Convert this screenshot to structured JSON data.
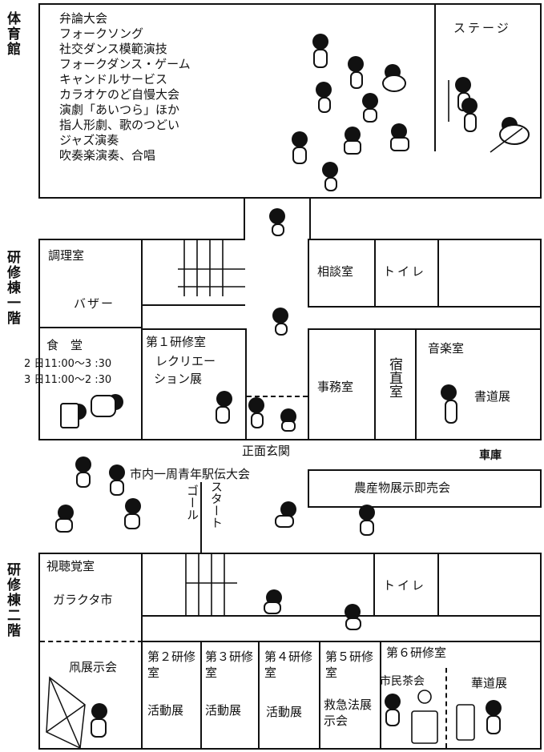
{
  "side_labels": {
    "gym": "体育館",
    "wing1": "研修棟一階",
    "wing2": "研修棟二階"
  },
  "gym": {
    "events": [
      "弁論大会",
      "フォークソング",
      "社交ダンス模範演技",
      "フォークダンス・ゲーム",
      "キャンドルサービス",
      "カラオケのど自慢大会",
      "演劇「あいつら」ほか",
      "指人形劇、歌のつどい",
      "ジャズ演奏",
      "吹奏楽演奏、合唱"
    ],
    "stage": "ステージ"
  },
  "floor1": {
    "cooking": "調理室",
    "bazaar": "バザー",
    "consult": "相談室",
    "toilet": "トイレ",
    "cafeteria": "食　堂",
    "cafeteria_hours": [
      "2 日11:00～3 :30",
      "3 日11:00～2 :30"
    ],
    "training1": "第１研修室",
    "recreation": [
      "レクリエー",
      "ション展"
    ],
    "office": "事務室",
    "night_duty": "宿直室",
    "music": "音楽室",
    "calligraphy": "書道展"
  },
  "outside": {
    "entrance": "正面玄関",
    "garage": "車庫",
    "relay": "市内一周青年駅伝大会",
    "goal": "ゴール",
    "start": "スタート",
    "produce": "農産物展示即売会"
  },
  "floor2": {
    "av_room": "視聴覚室",
    "junk_market": "ガラクタ市",
    "toilet": "トイレ",
    "kite": "凧展示会",
    "rooms": [
      {
        "name": "第２研修室",
        "exhibit": "活動展"
      },
      {
        "name": "第３研修室",
        "exhibit": "活動展"
      },
      {
        "name": "第４研修室",
        "exhibit": "活動展"
      },
      {
        "name": "第５研修室",
        "exhibit": "救急法展示会"
      }
    ],
    "training6": "第６研修室",
    "tea": "市民茶会",
    "ikebana": "華道展"
  }
}
